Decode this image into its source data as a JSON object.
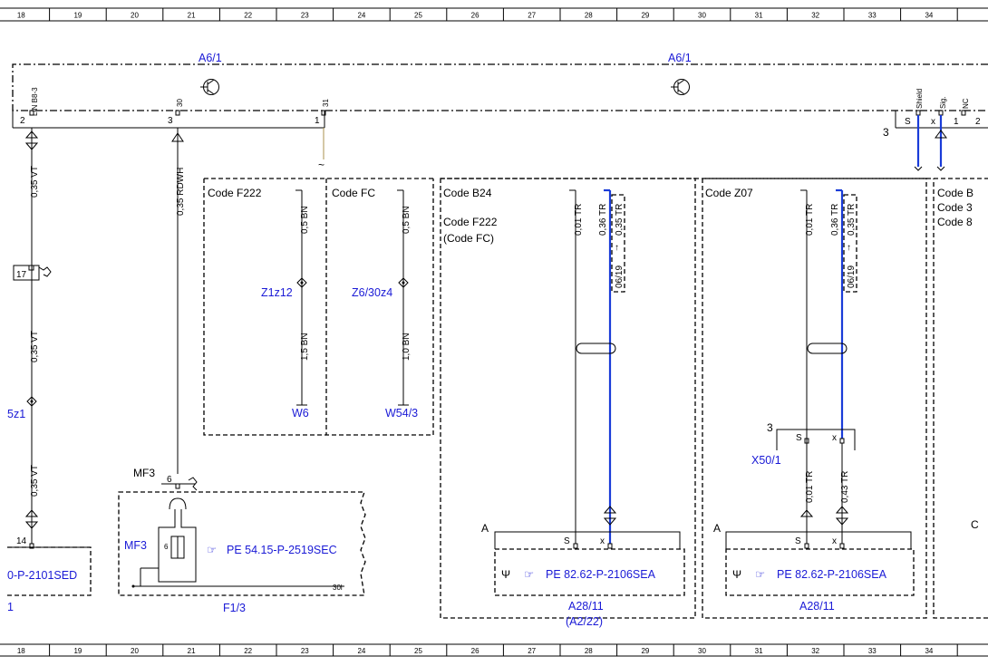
{
  "grid": {
    "columns": [
      "18",
      "19",
      "20",
      "21",
      "22",
      "23",
      "24",
      "25",
      "26",
      "27",
      "28",
      "29",
      "30",
      "31",
      "32",
      "33",
      "34"
    ]
  },
  "components": {
    "a6_left": "A6/1",
    "a6_right": "A6/1",
    "f1_3": "F1/3",
    "mf3_top": "MF3",
    "mf3_side": "MF3",
    "x50_1": "X50/1",
    "a28_left": "A28/11",
    "a28_left_alt": "(A2/22)",
    "a28_right": "A28/11",
    "w6": "W6",
    "w54_3": "W54/3",
    "z1z12": "Z1z12",
    "z6_30z4": "Z6/30z4",
    "z_left_partial": "5z1",
    "ref_left_partial": "1"
  },
  "pins": {
    "lin_label": "LIN B8-3",
    "pin30_label": "30",
    "pin31_label": "31",
    "pin2": "2",
    "pin3": "3",
    "pin1": "1",
    "shield_label": "Shield",
    "sig_label": "Sig.",
    "nc_label": "NC",
    "s_pin": "S",
    "x_pin": "x",
    "pin1_right": "1",
    "pin2_right": "2",
    "conn3_top": "3",
    "conn3_x50": "3",
    "pin17": "17",
    "pin14": "14",
    "pin6": "6",
    "pin6_inner": "6",
    "pin30l": "30l",
    "a_left": "A",
    "a_right": "A",
    "s_a28l": "S",
    "x_a28l": "x",
    "s_a28r": "S",
    "x_a28r": "x",
    "s_x50": "S",
    "x_x50": "x",
    "c_partial": "C"
  },
  "codes": {
    "f222": "Code F222",
    "fc": "Code FC",
    "b24": "Code B24",
    "b24_sub1": "Code F222",
    "b24_sub2": "(Code FC)",
    "z07": "Code Z07",
    "right1": "Code B",
    "right2": "Code 3",
    "right3": "Code 8"
  },
  "wires": {
    "w035vt_1": "0,35 VT",
    "w035vt_2": "0,35 VT",
    "w035vt_3": "0,35 VT",
    "w035rdwh": "0,35 RDWH",
    "w05bn_1": "0,5 BN",
    "w15bn": "1,5 BN",
    "w05bn_2": "0,5 BN",
    "w10bn": "1,0 BN",
    "w001tr_1": "0,01 TR",
    "w036tr_1": "0,36 TR",
    "w035tr_1": "0,35 TR",
    "date_1": "06/19",
    "w001tr_2": "0,01 TR",
    "w036tr_2": "0,36 TR",
    "w035tr_2": "0,35 TR",
    "date_2": "06/19",
    "w001tr_3": "0,01 TR",
    "w043tr": "0,43 TR"
  },
  "refs": {
    "pe_5415": "PE 54.15-P-2519SEC",
    "pe_8262_l": "PE 82.62-P-2106SEA",
    "pe_8262_r": "PE 82.62-P-2106SEA",
    "pe_left_partial": "0-P-2101SED"
  },
  "icons": {
    "transistor_1": "transistor-icon",
    "transistor_2": "transistor-icon",
    "hand_pointer": "pointing-hand-icon",
    "antenna": "antenna-icon"
  }
}
